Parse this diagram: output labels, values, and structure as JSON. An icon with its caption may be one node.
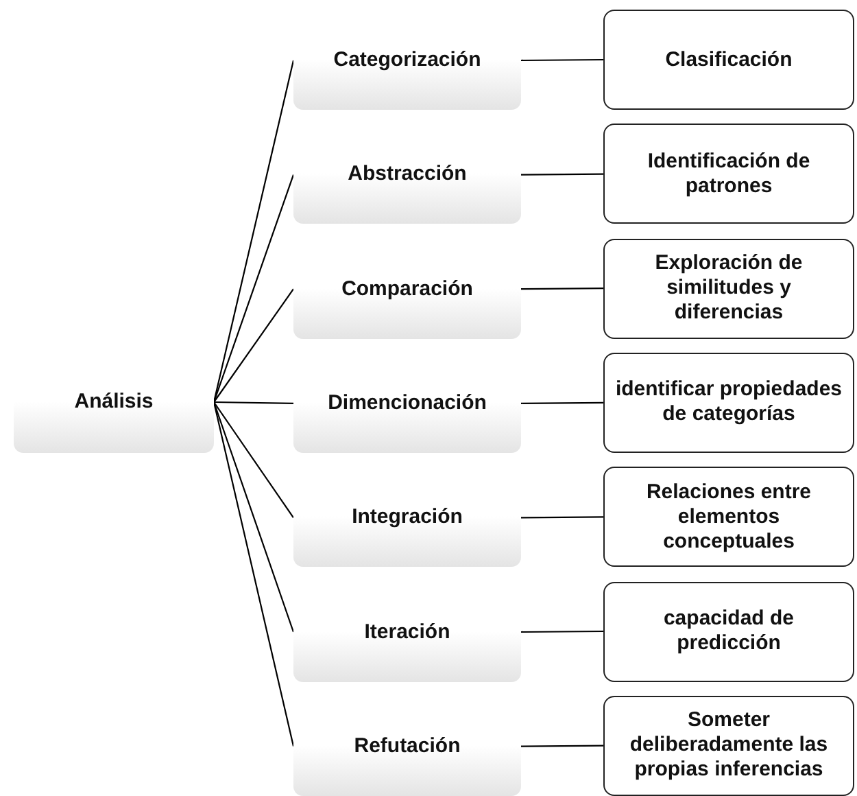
{
  "diagram": {
    "nodes": [
      {
        "text": [
          "Análisis"
        ]
      },
      {
        "text": [
          "Categorización"
        ]
      },
      {
        "text": [
          "Abstracción"
        ]
      },
      {
        "text": [
          "Comparación"
        ]
      },
      {
        "text": [
          "Dimencionación"
        ]
      },
      {
        "text": [
          "Integración"
        ]
      },
      {
        "text": [
          "Iteración"
        ]
      },
      {
        "text": [
          "Refutación"
        ]
      },
      {
        "text": [
          "Clasificación"
        ]
      },
      {
        "text": [
          "Identificación de patrones"
        ]
      },
      {
        "text": [
          "Exploración de similitudes y diferencias"
        ]
      },
      {
        "text": [
          "identificar propiedades de categorías"
        ]
      },
      {
        "text": [
          "Relaciones entre elementos conceptuales"
        ]
      },
      {
        "text": [
          "capacidad de predicción"
        ]
      },
      {
        "text": [
          "Someter deliberadamente las propias inferencias"
        ]
      }
    ],
    "edges": [
      {
        "from": 0,
        "to": 1,
        "arrow": "none"
      },
      {
        "from": 0,
        "to": 2,
        "arrow": "none"
      },
      {
        "from": 0,
        "to": 3,
        "arrow": "none"
      },
      {
        "from": 0,
        "to": 4,
        "arrow": "none"
      },
      {
        "from": 0,
        "to": 5,
        "arrow": "none"
      },
      {
        "from": 0,
        "to": 6,
        "arrow": "none"
      },
      {
        "from": 0,
        "to": 7,
        "arrow": "none"
      },
      {
        "from": 1,
        "to": 8,
        "arrow": "none"
      },
      {
        "from": 2,
        "to": 9,
        "arrow": "none"
      },
      {
        "from": 3,
        "to": 10,
        "arrow": "none"
      },
      {
        "from": 4,
        "to": 11,
        "arrow": "none"
      },
      {
        "from": 5,
        "to": 12,
        "arrow": "none"
      },
      {
        "from": 6,
        "to": 13,
        "arrow": "none"
      },
      {
        "from": 7,
        "to": 14,
        "arrow": "none"
      }
    ]
  }
}
